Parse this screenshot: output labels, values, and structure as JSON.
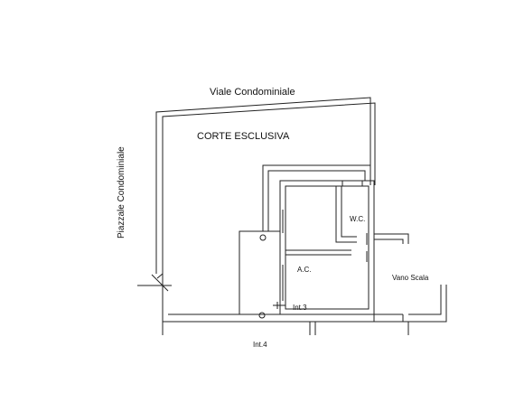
{
  "labels": {
    "viale": "Viale Condominiale",
    "corte": "CORTE ESCLUSIVA",
    "piazzale": "Piazzale Condominiale",
    "wc": "W.C.",
    "ac": "A.C.",
    "vano_scala": "Vano Scala",
    "int3": "Int.3",
    "int4": "Int.4"
  },
  "colors": {
    "line": "#222222",
    "background": "#ffffff"
  }
}
